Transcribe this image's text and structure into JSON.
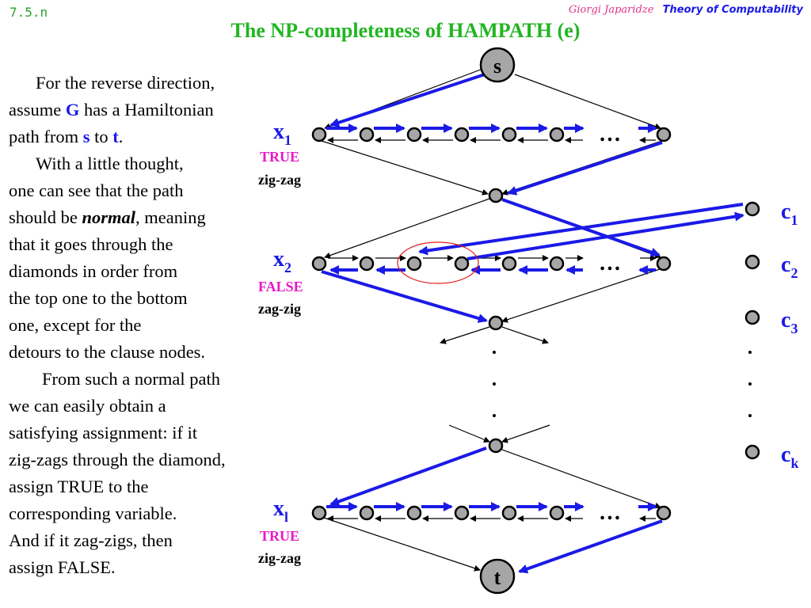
{
  "slide_number": "7.5.n",
  "author": "Giorgi Japaridze",
  "course": "Theory of Computability",
  "title": "The NP-completeness of HAMPATH (e)",
  "paragraphs": {
    "p1": {
      "l1": "For the reverse direction,",
      "l2a": "assume ",
      "l2b": "G",
      "l2c": " has a Hamiltonian",
      "l3a": "path from ",
      "l3b": "s",
      "l3c": " to ",
      "l3d": "t",
      "l3e": "."
    },
    "p2": {
      "l1": "With a little thought,",
      "l2": "one can see that  the  path",
      "l3a": "should be ",
      "l3b": "normal",
      "l3c": ", meaning",
      "l4": "that it goes through the",
      "l5": "diamonds in order from",
      "l6": "the top one to the bottom",
      "l7": "one, except for the",
      "l8": "detours to the clause nodes."
    },
    "p3": {
      "l1": "From such a normal path",
      "l2": "we can easily obtain a",
      "l3": "satisfying assignment: if it",
      "l4": "zig-zags through the diamond,",
      "l5": "assign TRUE to the",
      "l6": "corresponding variable.",
      "l7": "And if it zag-zigs, then",
      "l8": "assign FALSE."
    }
  },
  "diagram": {
    "node_s": "s",
    "node_t": "t",
    "ellipsis": "…",
    "variables": [
      {
        "letter": "x",
        "subscript": "1",
        "value": "TRUE",
        "pattern": "zig-zag"
      },
      {
        "letter": "x",
        "subscript": "2",
        "value": "FALSE",
        "pattern": "zag-zig"
      },
      {
        "letter": "x",
        "subscript": "l",
        "value": "TRUE",
        "pattern": "zig-zag"
      }
    ],
    "clauses": [
      {
        "letter": "c",
        "subscript": "1"
      },
      {
        "letter": "c",
        "subscript": "2"
      },
      {
        "letter": "c",
        "subscript": "3"
      },
      {
        "letter": "c",
        "subscript": "k"
      }
    ],
    "colors": {
      "path_blue": "#1a1ae6",
      "node_fill": "#a6a6a6",
      "value_magenta": "#e619c8",
      "highlight_red": "#e61919"
    }
  }
}
